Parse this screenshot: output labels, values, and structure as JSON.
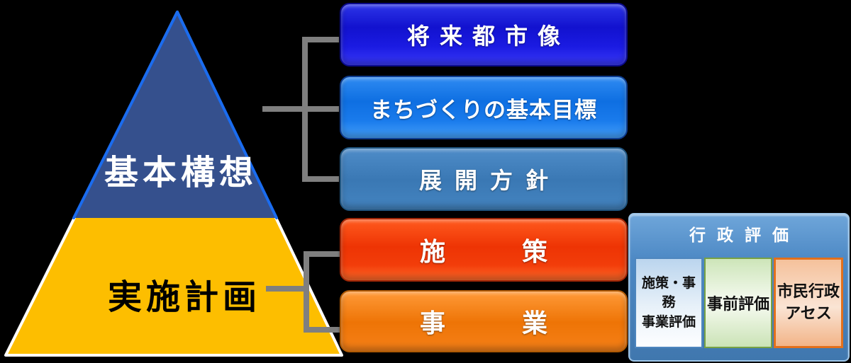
{
  "background_color": "#000000",
  "pyramid": {
    "top": {
      "label": "基本構想",
      "fill": "#35508D",
      "edge_color": "#1A6CF0",
      "text_color": "#FFFFFF"
    },
    "bottom": {
      "label": "実施計画",
      "fill": "#FDBE00",
      "edge_color": "#FFFFFF",
      "text_color": "#000000"
    }
  },
  "connectors": {
    "color": "#7F7F7F"
  },
  "bars": [
    {
      "label": "将来都市像",
      "color": "#1B1BD8"
    },
    {
      "label": "まちづくりの基本目標",
      "color": "#137BF0"
    },
    {
      "label": "展開方針",
      "color": "#3F7FBE"
    },
    {
      "label": "施　　　策",
      "color": "#F23B08"
    },
    {
      "label": "事　　　業",
      "color": "#F07D14"
    }
  ],
  "evaluation_panel": {
    "title": "行政評価",
    "frame_color": "#4C88C6",
    "items": [
      {
        "label": "施策・事務\n事業評価",
        "border_color": "#4E86BE",
        "bg_color": "#BBD5EE"
      },
      {
        "label": "事前評価",
        "border_color": "#77A144",
        "bg_color": "#CDE5B9"
      },
      {
        "label": "市民行政\nアセス",
        "border_color": "#E2701C",
        "bg_color": "#F5C19B"
      }
    ]
  }
}
